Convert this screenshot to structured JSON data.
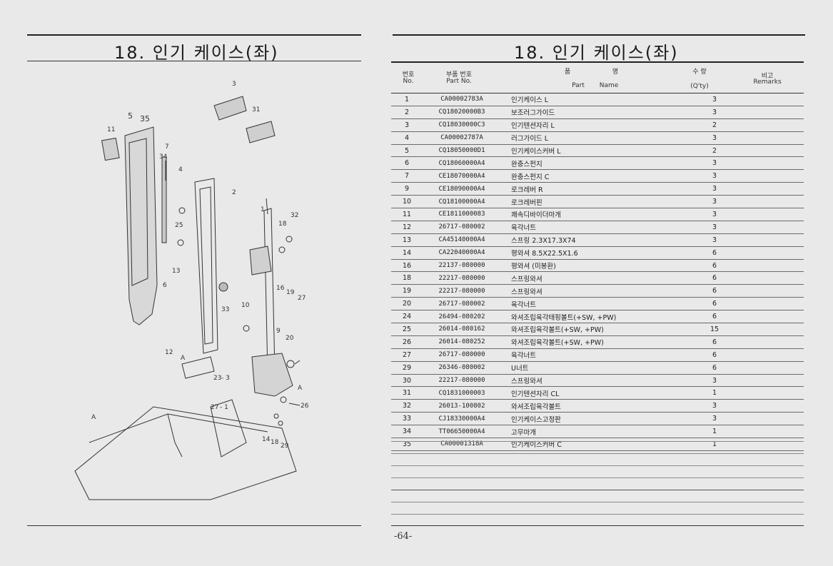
{
  "left_page": {
    "title": "18. 인기 케이스(좌)",
    "callouts": [
      "3",
      "31",
      "5",
      "35",
      "11",
      "34",
      "4",
      "2",
      "1",
      "18",
      "32",
      "25",
      "7",
      "13",
      "6",
      "16",
      "19",
      "27",
      "33",
      "10",
      "12",
      "9",
      "20",
      "A",
      "23",
      "26",
      "27",
      "14",
      "29"
    ]
  },
  "right_page": {
    "title": "18. 인기 케이스(좌)",
    "header": {
      "no_ko": "번호",
      "no_en": "No.",
      "part_no_ko": "부품 번호",
      "part_no_en": "Part  No.",
      "name_ko_1": "품",
      "name_ko_2": "명",
      "name_en_1": "Part",
      "name_en_2": "Name",
      "qty_ko": "수 량",
      "qty_en": "(Q'ty)",
      "remarks_ko": "비고",
      "remarks_en": "Remarks"
    },
    "rows": [
      {
        "no": "1",
        "part_no": "CA00002783A",
        "name": "인기케이스 L",
        "qty": "3"
      },
      {
        "no": "2",
        "part_no": "CQ18020000B3",
        "name": "보조러그가이드",
        "qty": "3"
      },
      {
        "no": "3",
        "part_no": "CQ18030000C3",
        "name": "인기텐션자리 L",
        "qty": "2"
      },
      {
        "no": "4",
        "part_no": "CA00002787A",
        "name": "러그가이드 L",
        "qty": "3"
      },
      {
        "no": "5",
        "part_no": "CQ18050000D1",
        "name": "인기케이스커버 L",
        "qty": "2"
      },
      {
        "no": "6",
        "part_no": "CQ18060000A4",
        "name": "완충스펀지",
        "qty": "3"
      },
      {
        "no": "7",
        "part_no": "CE18070000A4",
        "name": "완충스펀지 C",
        "qty": "3"
      },
      {
        "no": "9",
        "part_no": "CE18090000A4",
        "name": "로크레버 R",
        "qty": "3"
      },
      {
        "no": "10",
        "part_no": "CQ18100000A4",
        "name": "로크레버핀",
        "qty": "3"
      },
      {
        "no": "11",
        "part_no": "CE1811000083",
        "name": "쾌속디바이더마개",
        "qty": "3"
      },
      {
        "no": "12",
        "part_no": "26717-080002",
        "name": "육각너트",
        "qty": "3"
      },
      {
        "no": "13",
        "part_no": "CA45140000A4",
        "name": "스프링 2.3X17.3X74",
        "qty": "3"
      },
      {
        "no": "14",
        "part_no": "CA22040000A4",
        "name": "평와셔 8.5X22.5X1.6",
        "qty": "6"
      },
      {
        "no": "16",
        "part_no": "22137-080000",
        "name": "평와셔 (미봉환)",
        "qty": "6"
      },
      {
        "no": "18",
        "part_no": "22217-080000",
        "name": "스프링와셔",
        "qty": "6"
      },
      {
        "no": "19",
        "part_no": "22217-080000",
        "name": "스프링와셔",
        "qty": "6"
      },
      {
        "no": "20",
        "part_no": "26717-080002",
        "name": "육각너트",
        "qty": "6"
      },
      {
        "no": "24",
        "part_no": "26494-080202",
        "name": "와셔조립육각태핑볼트(+SW, +PW)",
        "qty": "6"
      },
      {
        "no": "25",
        "part_no": "26014-080162",
        "name": "와셔조립육각볼트(+SW, +PW)",
        "qty": "15"
      },
      {
        "no": "26",
        "part_no": "26014-080252",
        "name": "와셔조립육각볼트(+SW, +PW)",
        "qty": "6"
      },
      {
        "no": "27",
        "part_no": "26717-080000",
        "name": "육각너트",
        "qty": "6"
      },
      {
        "no": "29",
        "part_no": "26346-080002",
        "name": "U너트",
        "qty": "6"
      },
      {
        "no": "30",
        "part_no": "22217-080000",
        "name": "스프링와셔",
        "qty": "3"
      },
      {
        "no": "31",
        "part_no": "CQ1831000003",
        "name": "인기텐션자리 CL",
        "qty": "1"
      },
      {
        "no": "32",
        "part_no": "26013-100802",
        "name": "와셔조립육각볼트",
        "qty": "3"
      },
      {
        "no": "33",
        "part_no": "CJ18330000A4",
        "name": "인기케이스고정판",
        "qty": "3"
      },
      {
        "no": "34",
        "part_no": "TT06650000A4",
        "name": "고무마개",
        "qty": "1"
      },
      {
        "no": "35",
        "part_no": "CA00001318A",
        "name": "인기케이스커버 C",
        "qty": "1"
      }
    ],
    "page_number": "-64-"
  }
}
